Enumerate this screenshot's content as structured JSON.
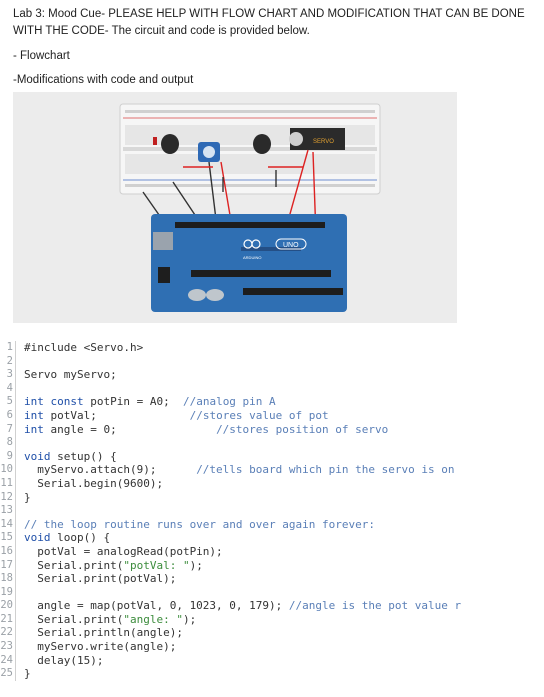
{
  "question": {
    "title": "Lab 3: Mood Cue- PLEASE HELP WITH FLOW CHART AND MODIFICATION THAT CAN BE DONE WITH THE CODE- The circuit and code is provided below.",
    "items": [
      "- Flowchart",
      "-Modifications with code and output"
    ]
  },
  "circuit": {
    "servo_label": "SERVO",
    "board_label": "UNO",
    "brand": "ARDUINO"
  },
  "code_lines": [
    {
      "n": "1",
      "t": [
        {
          "c": "nm",
          "s": "#include <Servo.h>"
        }
      ]
    },
    {
      "n": "2",
      "t": []
    },
    {
      "n": "3",
      "t": [
        {
          "c": "nm",
          "s": "Servo myServo;"
        }
      ]
    },
    {
      "n": "4",
      "t": []
    },
    {
      "n": "5",
      "t": [
        {
          "c": "kw",
          "s": "int const"
        },
        {
          "c": "nm",
          "s": " potPin = A0;  "
        },
        {
          "c": "cm",
          "s": "//analog pin A"
        }
      ]
    },
    {
      "n": "6",
      "t": [
        {
          "c": "kw",
          "s": "int"
        },
        {
          "c": "nm",
          "s": " potVal;              "
        },
        {
          "c": "cm",
          "s": "//stores value of pot"
        }
      ]
    },
    {
      "n": "7",
      "t": [
        {
          "c": "kw",
          "s": "int"
        },
        {
          "c": "nm",
          "s": " angle = 0;               "
        },
        {
          "c": "cm",
          "s": "//stores position of servo"
        }
      ]
    },
    {
      "n": "8",
      "t": []
    },
    {
      "n": "9",
      "t": [
        {
          "c": "kw",
          "s": "void"
        },
        {
          "c": "nm",
          "s": " setup() {"
        }
      ]
    },
    {
      "n": "10",
      "t": [
        {
          "c": "nm",
          "s": "  myServo.attach(9);      "
        },
        {
          "c": "cm",
          "s": "//tells board which pin the servo is on"
        }
      ]
    },
    {
      "n": "11",
      "t": [
        {
          "c": "nm",
          "s": "  Serial.begin(9600);"
        }
      ]
    },
    {
      "n": "12",
      "t": [
        {
          "c": "nm",
          "s": "}"
        }
      ]
    },
    {
      "n": "13",
      "t": []
    },
    {
      "n": "14",
      "t": [
        {
          "c": "cm",
          "s": "// the loop routine runs over and over again forever:"
        }
      ]
    },
    {
      "n": "15",
      "t": [
        {
          "c": "kw",
          "s": "void"
        },
        {
          "c": "nm",
          "s": " loop() {"
        }
      ]
    },
    {
      "n": "16",
      "t": [
        {
          "c": "nm",
          "s": "  potVal = analogRead(potPin);"
        }
      ]
    },
    {
      "n": "17",
      "t": [
        {
          "c": "nm",
          "s": "  Serial.print("
        },
        {
          "c": "st",
          "s": "\"potVal: \""
        },
        {
          "c": "nm",
          "s": ");"
        }
      ]
    },
    {
      "n": "18",
      "t": [
        {
          "c": "nm",
          "s": "  Serial.print(potVal);"
        }
      ]
    },
    {
      "n": "19",
      "t": []
    },
    {
      "n": "20",
      "t": [
        {
          "c": "nm",
          "s": "  angle = map(potVal, 0, 1023, 0, 179); "
        },
        {
          "c": "cm",
          "s": "//angle is the pot value r"
        }
      ]
    },
    {
      "n": "21",
      "t": [
        {
          "c": "nm",
          "s": "  Serial.print("
        },
        {
          "c": "st",
          "s": "\"angle: \""
        },
        {
          "c": "nm",
          "s": ");"
        }
      ]
    },
    {
      "n": "22",
      "t": [
        {
          "c": "nm",
          "s": "  Serial.println(angle);"
        }
      ]
    },
    {
      "n": "23",
      "t": [
        {
          "c": "nm",
          "s": "  myServo.write(angle);"
        }
      ]
    },
    {
      "n": "24",
      "t": [
        {
          "c": "nm",
          "s": "  delay(15);"
        }
      ]
    },
    {
      "n": "25",
      "t": [
        {
          "c": "nm",
          "s": "}"
        }
      ]
    }
  ]
}
